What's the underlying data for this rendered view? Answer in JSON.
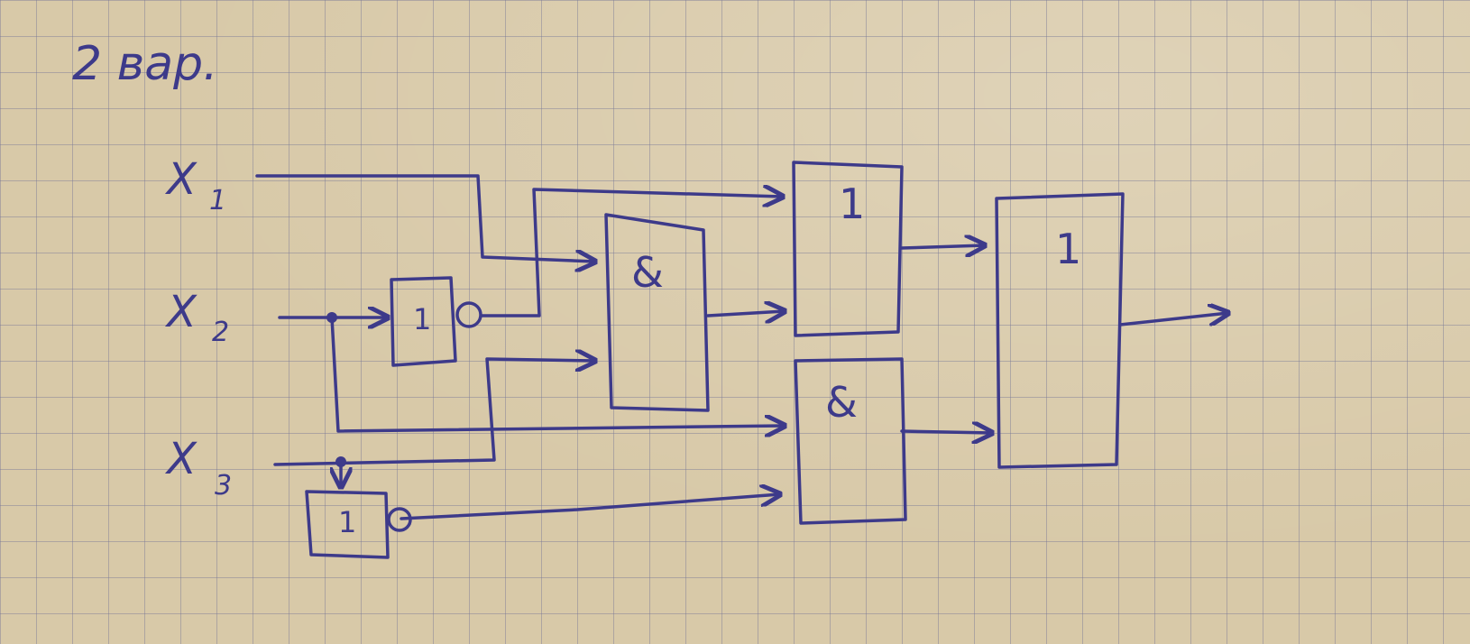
{
  "title": "2 вар.",
  "inputs": [
    {
      "letter": "X",
      "index": "1"
    },
    {
      "letter": "X",
      "index": "2"
    },
    {
      "letter": "X",
      "index": "3"
    }
  ],
  "gates": {
    "not_x2": "1",
    "not_x3": "1",
    "and_top": "&",
    "or_top": "1",
    "and_bottom": "&",
    "or_final": "1"
  },
  "colors": {
    "ink": "#3d3a8a",
    "paper": "#d8c9a8",
    "grid": "#7878a0"
  }
}
